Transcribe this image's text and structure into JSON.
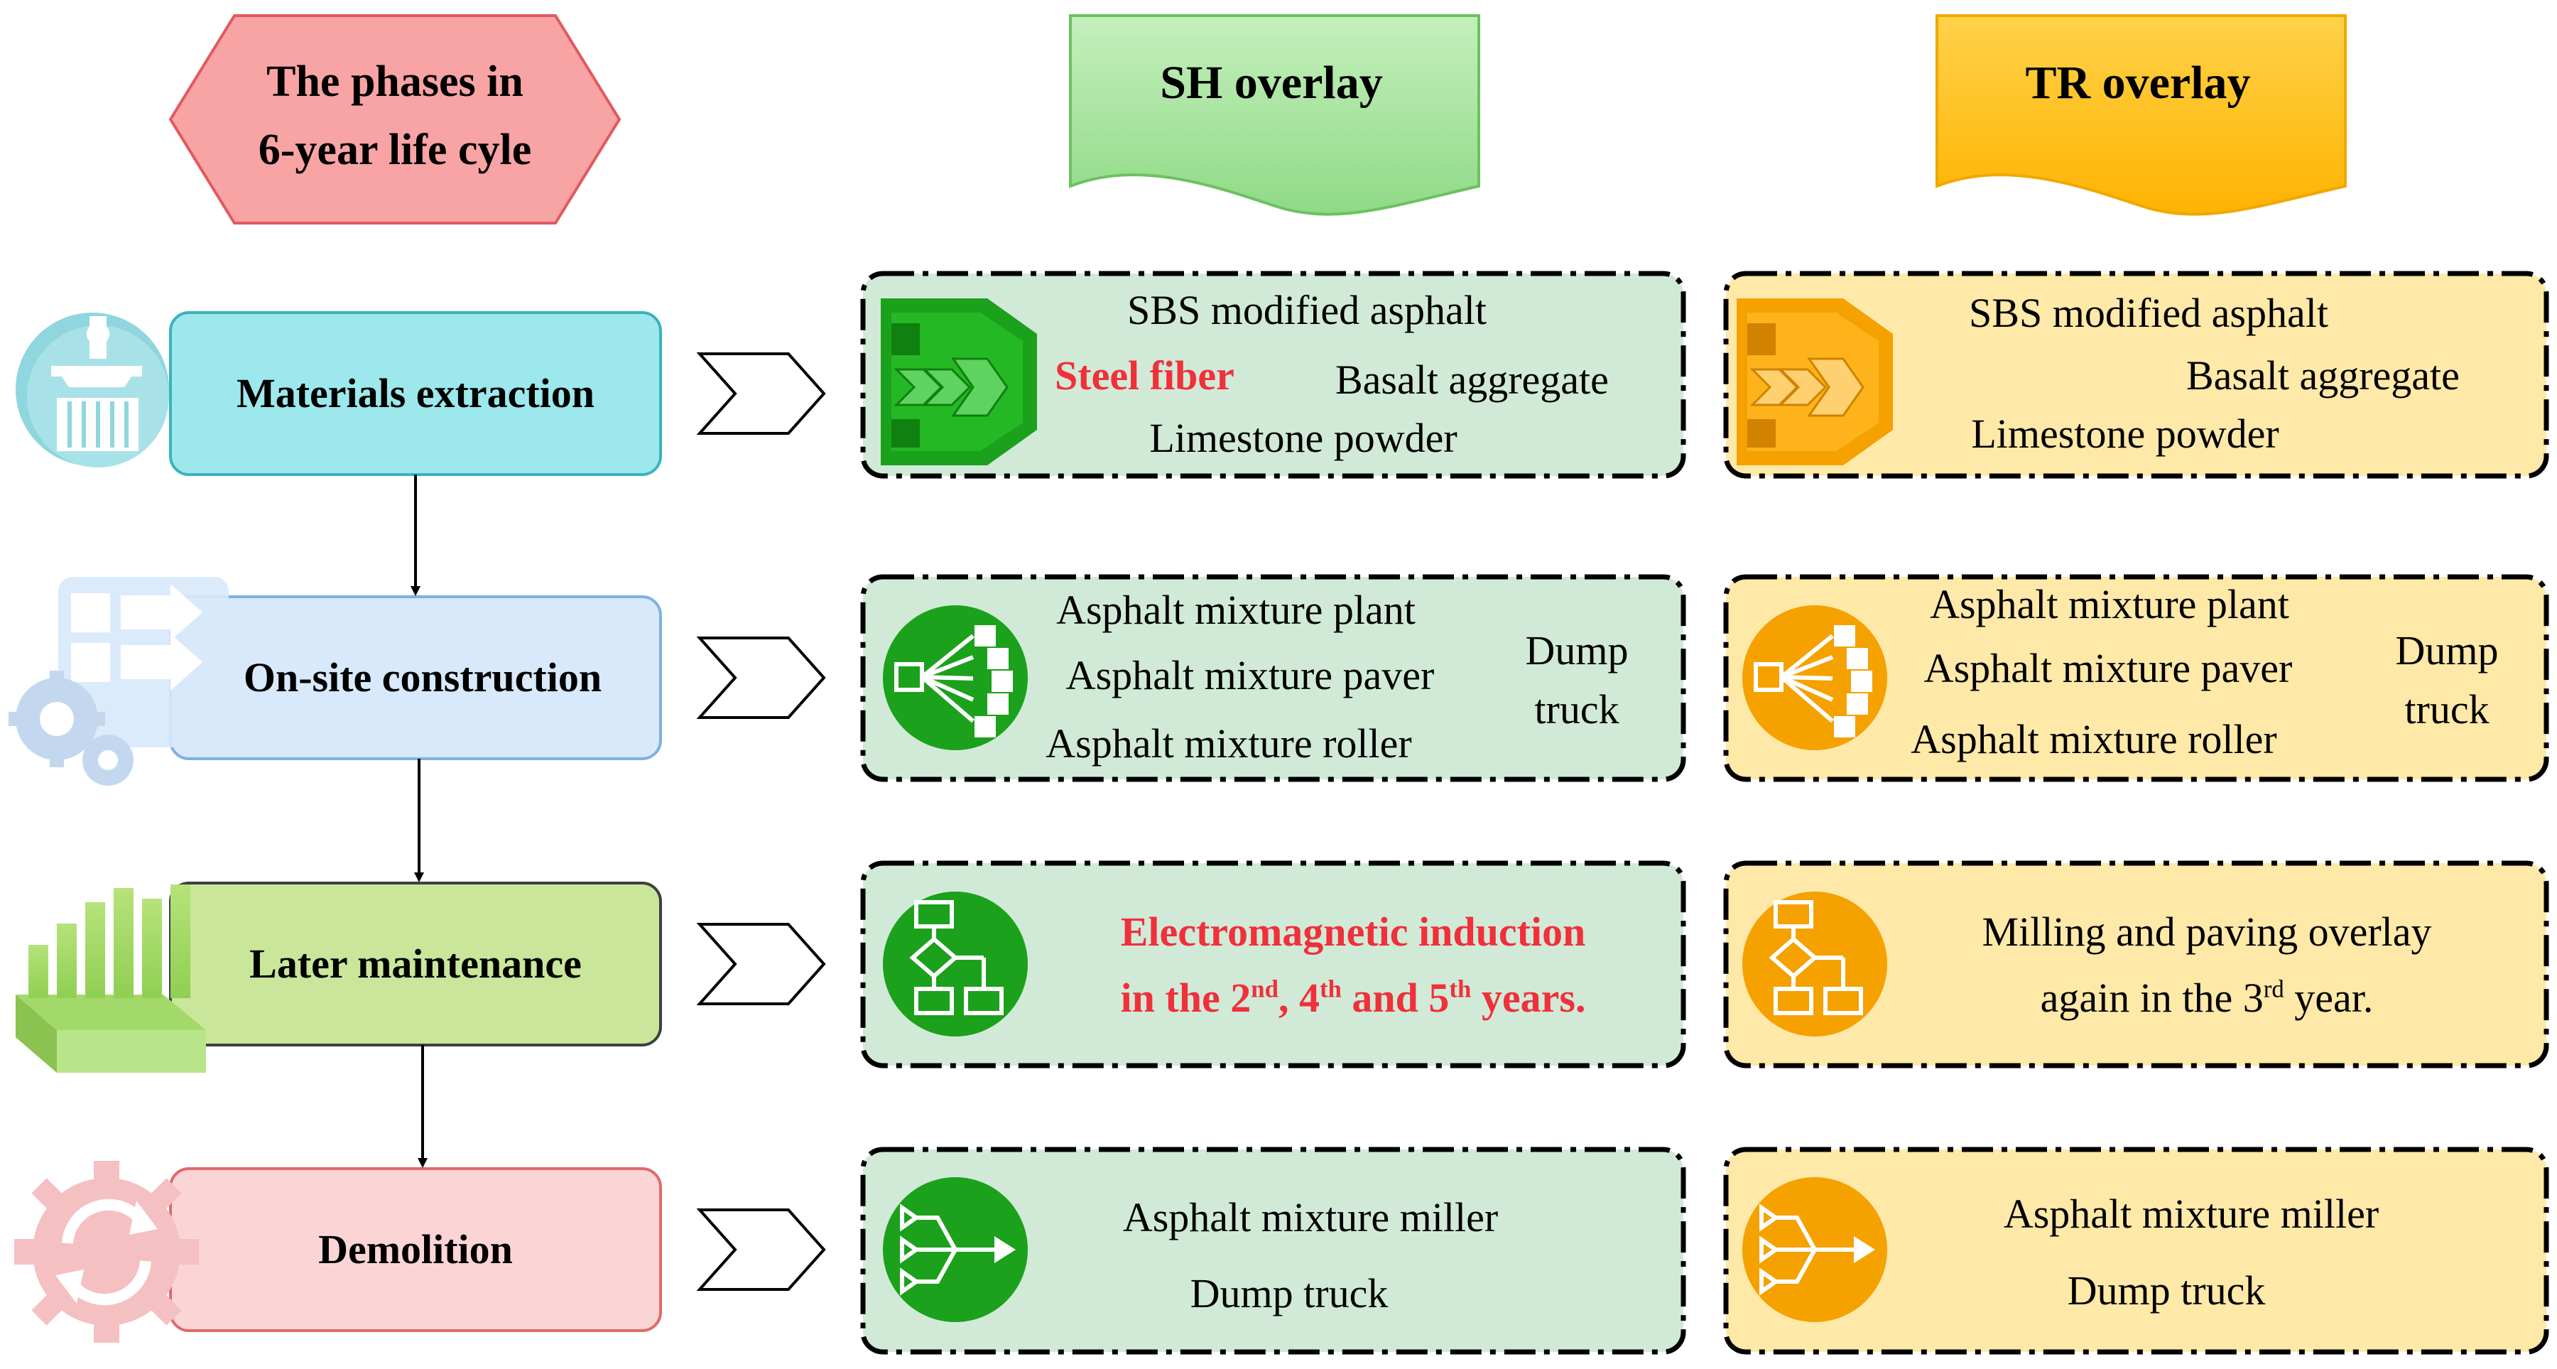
{
  "header": {
    "phases_line1": "The phases in",
    "phases_line2": "6-year life cyle",
    "sh_title": "SH overlay",
    "tr_title": "TR overlay"
  },
  "phases": [
    {
      "label": "Materials extraction",
      "icon": "robot-arm-container-icon"
    },
    {
      "label": "On-site construction",
      "icon": "gears-arrows-icon"
    },
    {
      "label": "Later maintenance",
      "icon": "bar-chart-icon"
    },
    {
      "label": "Demolition",
      "icon": "refresh-gear-icon"
    }
  ],
  "sh": {
    "materials": {
      "sbs": "SBS modified asphalt",
      "steel": "Steel fiber",
      "basalt": "Basalt aggregate",
      "limestone": "Limestone powder"
    },
    "construction": {
      "plant": "Asphalt mixture plant",
      "paver": "Asphalt mixture paver",
      "roller": "Asphalt mixture roller",
      "dump1": "Dump",
      "dump2": "truck"
    },
    "maintenance": {
      "line1": "Electromagnetic induction",
      "line2_a": "in the 2",
      "sup_a": "nd",
      "line2_b": ", 4",
      "sup_b": "th",
      "line2_c": " and 5",
      "sup_c": "th",
      "line2_d": " years."
    },
    "demolition": {
      "miller": "Asphalt mixture miller",
      "dump": "Dump truck"
    }
  },
  "tr": {
    "materials": {
      "sbs": "SBS modified asphalt",
      "basalt": "Basalt aggregate",
      "limestone": "Limestone powder"
    },
    "construction": {
      "plant": "Asphalt mixture plant",
      "paver": "Asphalt mixture paver",
      "roller": "Asphalt mixture roller",
      "dump1": "Dump",
      "dump2": "truck"
    },
    "maintenance": {
      "line1": "Milling and paving overlay",
      "line2_a": "again in the 3",
      "sup_a": "rd",
      "line2_b": " year."
    },
    "demolition": {
      "miller": "Asphalt mixture miller",
      "dump": "Dump truck"
    }
  },
  "colors": {
    "hex_fill": "#f8a3a4",
    "hex_stroke": "#e05a5f",
    "sh_fill": "#a9e5a0",
    "sh_stroke": "#6cc15f",
    "tr_fill": "#ffc02e",
    "tr_stroke": "#f0a800",
    "sh_box": "#d1ead8",
    "tr_box": "#ffe9a8",
    "sh_icon": "#1ba11b",
    "tr_icon": "#f5a100",
    "materials": "#9de8ec",
    "construction": "#d8e9fb",
    "maintenance": "#c9e69a",
    "demolition": "#fbd5d5",
    "red_text": "#f0303a"
  }
}
